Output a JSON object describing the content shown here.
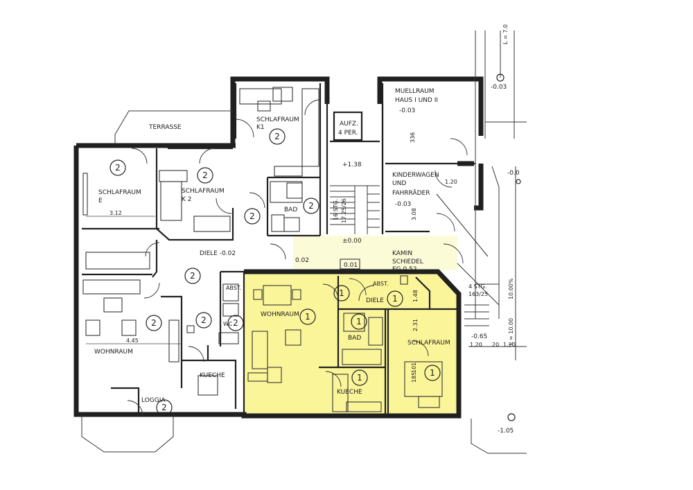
{
  "colors": {
    "highlight_yellow": "#fbf59a",
    "highlight_pale": "#fcfbd8",
    "wall": "#202020",
    "paper": "#ffffff"
  },
  "labels": {
    "terrasse": "TERRASSE",
    "schlafraum_k1_a": "SCHLAFRAUM",
    "schlafraum_k1_b": "K1",
    "aufz_a": "AUFZ.",
    "aufz_b": "4 PER.",
    "muellraum_a": "MUELLRAUM",
    "muellraum_b": "HAUS I UND II",
    "muellraum_level": "-0.03",
    "dim_336": "336",
    "level_top_right": "-0.03",
    "axis_label_top": "L = 7.0",
    "schlafraum_e_a": "SCHLAFRAUM",
    "schlafraum_e_b": "E",
    "schlafraum_k2_a": "SCHLAFRAUM",
    "schlafraum_k2_b": "K 2",
    "dim_312": "3.12",
    "bad_left": "BAD",
    "level_138": "+1.38",
    "stair_16": "16 STG.",
    "stair_1725": "17.25/26",
    "kinderwagen_a": "KINDERWAGEN",
    "kinderwagen_b": "UND",
    "kinderwagen_c": "FAHRRÄDER",
    "kinderwagen_level": "-0.03",
    "dim_120": "1.20",
    "dim_308": "3.08",
    "level_right_edge": "-0.0",
    "diele_left": "DIELE -0.02",
    "level_000": "±0.00",
    "kamin_a": "KAMIN",
    "kamin_b": "SCHIEDEL",
    "kamin_c": "EG 0.52",
    "level_002": "0.02",
    "level_001": "0.01",
    "abst_left": "ABST.",
    "abst_right": "ABST.",
    "diele_right": "DIELE",
    "dim_148": "1.48",
    "stg4_a": "4 STG.",
    "stg4_b": "163/25",
    "slope": "10.00%",
    "wohnraum_left": "WOHNRAUM",
    "dim_445": "4.45",
    "wc_left": "WC",
    "kueche_left": "KUECHE",
    "loggia": "LOGGIA",
    "wohnraum_right": "WOHNRAUM",
    "bad_right": "BAD",
    "dim_231": "2.31",
    "schlafraum_right": "SCHLAFRAUM",
    "dim_101": "101",
    "dim_185": "185",
    "kueche_right": "KUECHE",
    "level_065": "-0.65",
    "dim_120b": "1.20",
    "dim_20": "20",
    "dim_120c": "1.20",
    "axis_label_right": "L = 10.00",
    "level_105": "-1.05"
  },
  "unit_numbers": {
    "k1": "2",
    "schlaf_e": "2",
    "k2": "2",
    "bad_left": "2",
    "flur_left": "2",
    "diele_left": "2",
    "wohn_left": "2",
    "wc_left": "2",
    "flur_left2": "2",
    "loggia": "2",
    "wohn_right": "1",
    "flur_right": "1",
    "diele_right": "1",
    "bad_right": "1",
    "kueche_right": "1",
    "schlaf_right": "1"
  }
}
